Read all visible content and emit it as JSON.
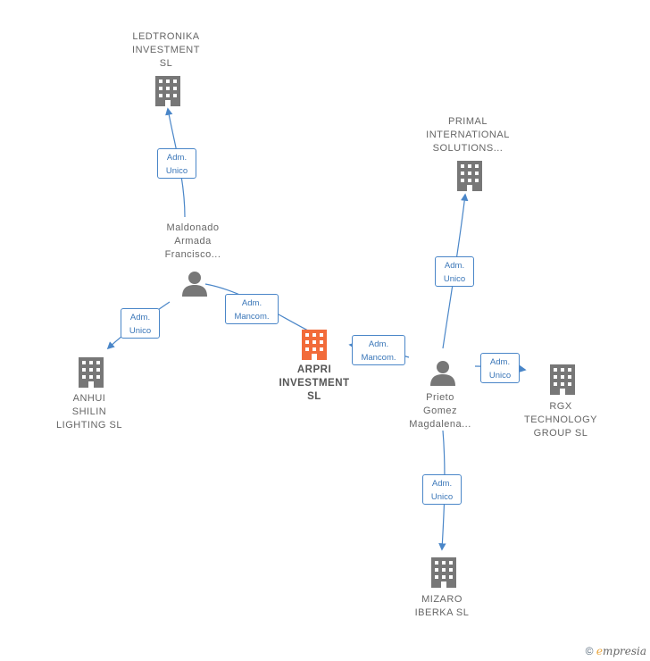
{
  "nodes": {
    "ledtronika": {
      "label": "LEDTRONIKA\nINVESTMENT\nSL",
      "type": "company"
    },
    "primal": {
      "label": "PRIMAL\nINTERNATIONAL\nSOLUTIONS...",
      "type": "company"
    },
    "maldonado": {
      "label": "Maldonado\nArmada\nFrancisco...",
      "type": "person"
    },
    "anhui": {
      "label": "ANHUI\nSHILIN\nLIGHTING SL",
      "type": "company"
    },
    "arpri": {
      "label": "ARPRI\nINVESTMENT\nSL",
      "type": "company-main"
    },
    "prieto": {
      "label": "Prieto\nGomez\nMagdalena...",
      "type": "person"
    },
    "rgx": {
      "label": "RGX\nTECHNOLOGY\nGROUP SL",
      "type": "company"
    },
    "mizaro": {
      "label": "MIZARO\nIBERKA SL",
      "type": "company"
    }
  },
  "edges": {
    "e1": {
      "label": "Adm.\nUnico",
      "from": "maldonado",
      "to": "ledtronika"
    },
    "e2": {
      "label": "Adm.\nUnico",
      "from": "maldonado",
      "to": "anhui"
    },
    "e3": {
      "label": "Adm.\nMancom.",
      "from": "maldonado",
      "to": "arpri"
    },
    "e4": {
      "label": "Adm.\nMancom.",
      "from": "prieto",
      "to": "arpri"
    },
    "e5": {
      "label": "Adm.\nUnico",
      "from": "prieto",
      "to": "primal"
    },
    "e6": {
      "label": "Adm.\nUnico",
      "from": "prieto",
      "to": "rgx"
    },
    "e7": {
      "label": "Adm.\nUnico",
      "from": "prieto",
      "to": "mizaro"
    }
  },
  "colors": {
    "edge": "#4a86c8",
    "company_icon": "#777777",
    "main_icon": "#f26b3a",
    "person_icon": "#777777"
  },
  "footer": {
    "copyright": "©",
    "brand_initial": "e",
    "brand_rest": "mpresia"
  }
}
